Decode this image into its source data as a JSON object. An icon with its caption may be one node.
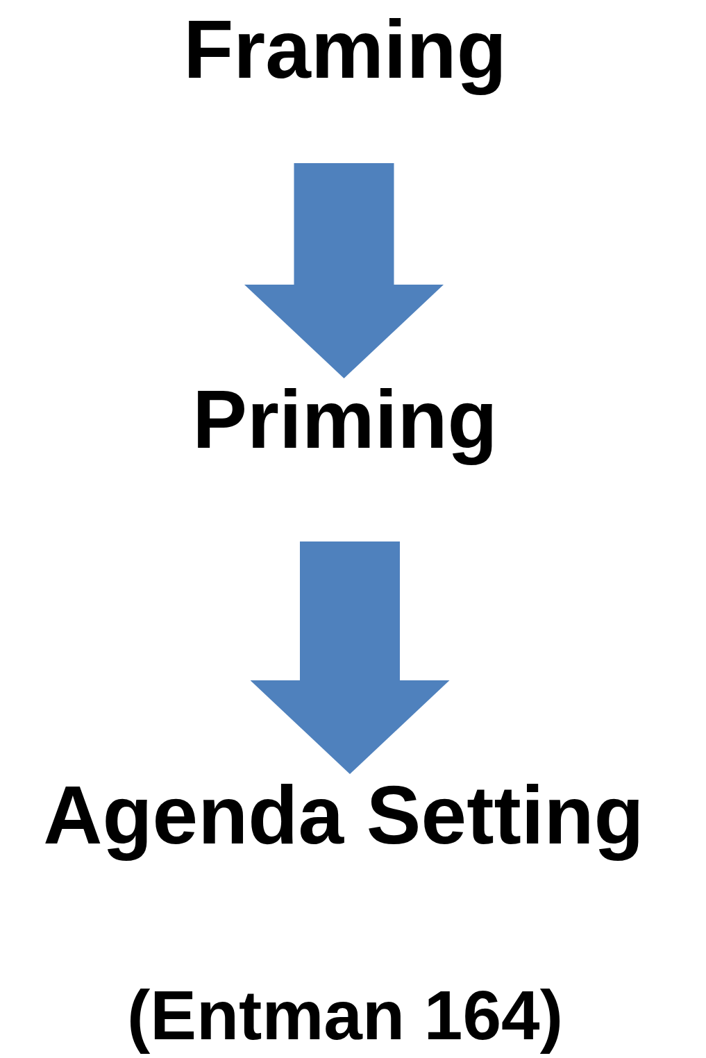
{
  "diagram": {
    "nodes": [
      {
        "text": [
          "Framing"
        ]
      },
      {
        "text": [
          "Priming"
        ]
      },
      {
        "text": [
          "Agenda Setting"
        ]
      }
    ],
    "edges": [
      {
        "from": 0,
        "to": 1,
        "arrow": "to"
      },
      {
        "from": 1,
        "to": 2,
        "arrow": "to"
      }
    ],
    "labels": [
      "(Entman 164)"
    ]
  }
}
